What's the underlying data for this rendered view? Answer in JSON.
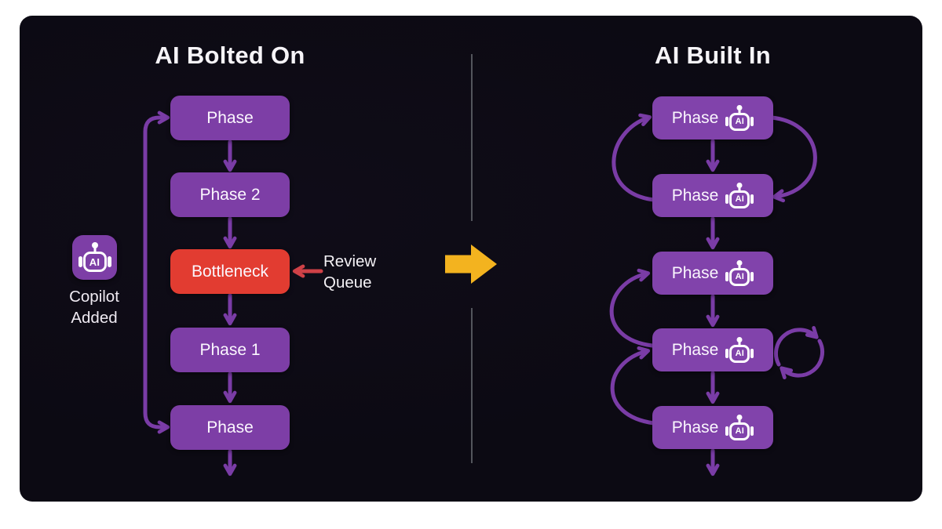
{
  "left": {
    "title": "AI Bolted On",
    "boxes": [
      "Phase",
      "Phase 2",
      "Bottleneck",
      "Phase 1",
      "Phase"
    ],
    "copilot": {
      "icon_text": "AI",
      "line1": "Copilot",
      "line2": "Added"
    },
    "review_queue": {
      "line1": "Review",
      "line2": "Queue"
    }
  },
  "right": {
    "title": "AI Built In",
    "boxes": [
      "Phase",
      "Phase",
      "Phase",
      "Phase",
      "Phase"
    ],
    "ai_badge": "AI"
  },
  "colors": {
    "background": "#ffffff",
    "panel": "#0c0a13",
    "phase_box_left": "#7d3ea6",
    "phase_box_right": "#8143ab",
    "bottleneck_box": "#e23c31",
    "flow_arrow": "#7a3ca6",
    "review_arrow": "#cf4147",
    "transform_arrow": "#f3b31f",
    "divider": "#53555c",
    "title_text": "#f6f4f8",
    "box_text": "#fbf7fe"
  }
}
